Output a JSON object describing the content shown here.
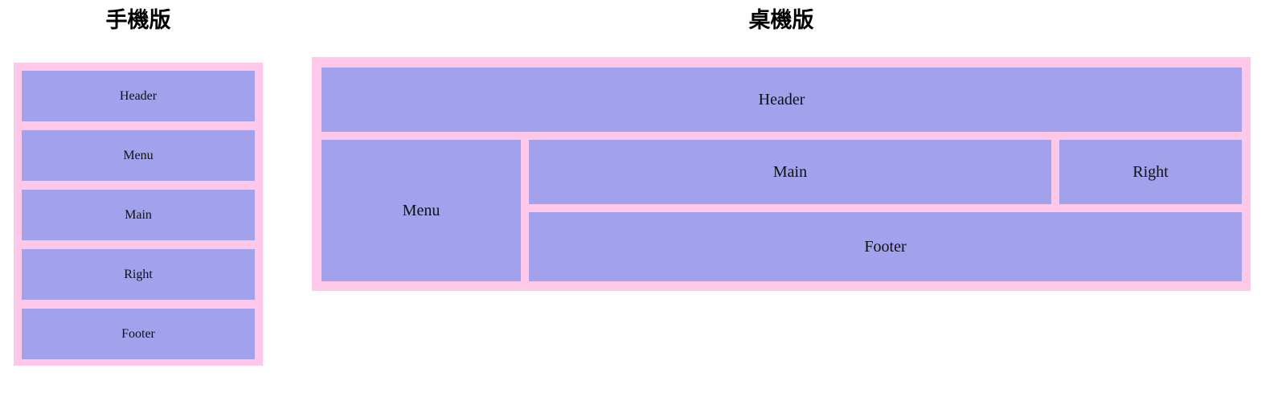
{
  "page": {
    "background_color": "#ffffff",
    "palette": {
      "container_pink": "#ffc8e9",
      "block_purple": "#a1a1ec",
      "text_color": "#111111",
      "title_color": "#000000"
    }
  },
  "mobile": {
    "title": "手機版",
    "blocks": [
      {
        "label": "Header"
      },
      {
        "label": "Menu"
      },
      {
        "label": "Main"
      },
      {
        "label": "Right"
      },
      {
        "label": "Footer"
      }
    ]
  },
  "desktop": {
    "title": "桌機版",
    "blocks": [
      {
        "label": "Header",
        "area": "header"
      },
      {
        "label": "Menu",
        "area": "menu"
      },
      {
        "label": "Main",
        "area": "main"
      },
      {
        "label": "Right",
        "area": "right"
      },
      {
        "label": "Footer",
        "area": "footer"
      }
    ]
  }
}
